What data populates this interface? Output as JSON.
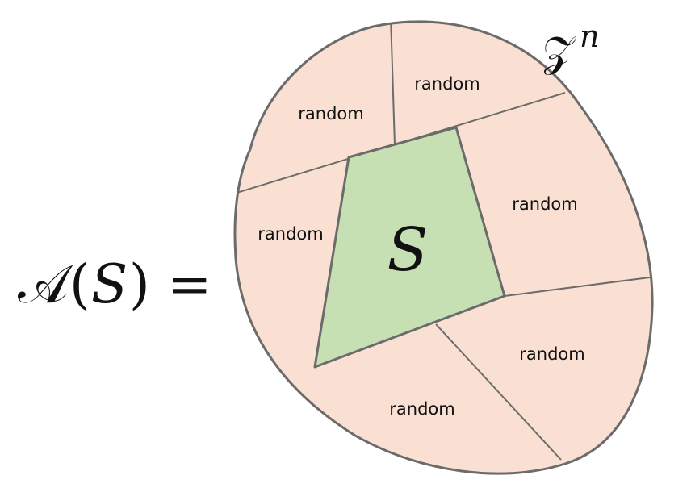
{
  "equation": {
    "lhs_script_A": "𝒜",
    "lhs_open_paren": "(",
    "lhs_set": "S",
    "lhs_close_paren": ")",
    "equals": "="
  },
  "space_label": {
    "base": "𝒵",
    "exponent": "n"
  },
  "center_region": {
    "label": "S",
    "fill": "#c6e0b4"
  },
  "outer_regions": {
    "fill": "#f9e0d2",
    "labels": [
      "random",
      "random",
      "random",
      "random",
      "random",
      "random"
    ]
  },
  "colors": {
    "outline": "#6b6b6b",
    "text": "#111111"
  }
}
